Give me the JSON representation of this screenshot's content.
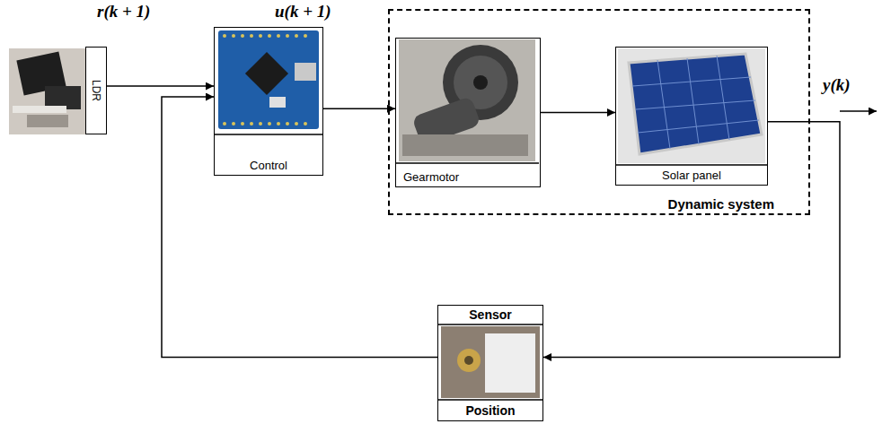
{
  "diagram": {
    "nodes": [
      {
        "text": [
          "LDR"
        ]
      },
      {
        "text": [
          "Control"
        ]
      },
      {
        "text": [
          "Dynamic system"
        ]
      },
      {
        "text": [
          "Gearmotor"
        ],
        "in": 2
      },
      {
        "text": [
          "Solar panel"
        ],
        "in": 2
      },
      {
        "text": [
          "Sensor",
          "Position"
        ]
      }
    ],
    "edges": [
      {
        "from": 0,
        "to": 1,
        "arrow": "to"
      },
      {
        "from": 1,
        "to": 3,
        "arrow": "to"
      },
      {
        "from": 3,
        "to": 4,
        "arrow": "to"
      },
      {
        "from": 4,
        "to": 5,
        "arrow": "to"
      },
      {
        "from": 5,
        "to": 1,
        "arrow": "to"
      }
    ],
    "labels": [
      "r(k + 1)",
      "u(k + 1)",
      "y(k)"
    ]
  }
}
